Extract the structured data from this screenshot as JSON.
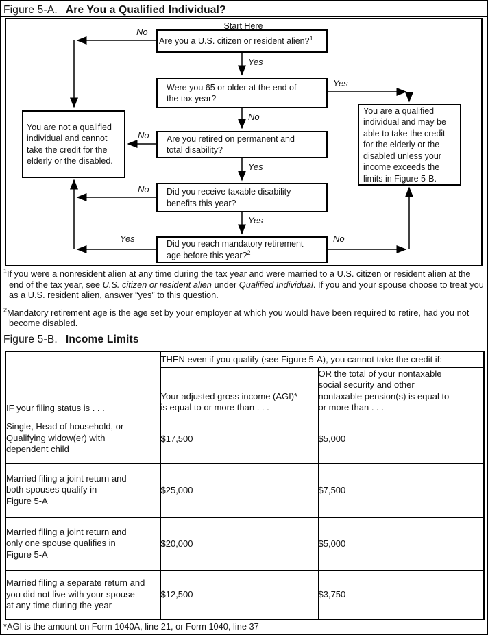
{
  "figure_a": {
    "label": "Figure 5-A.",
    "title": "Are You a Qualified Individual?",
    "start_here": "Start Here",
    "boxes": {
      "q1": [
        {
          "t": "Are you a U.S. citizen or resident alien?"
        },
        {
          "t": "1",
          "s": true
        }
      ],
      "q2": "Were you 65 or older at the end of\nthe tax year?",
      "q3": "Are you retired on permanent and\ntotal disability?",
      "q4": "Did you receive taxable disability\nbenefits this year?",
      "q5": [
        {
          "t": "Did you reach mandatory retirement\nage before this year?"
        },
        {
          "t": "2",
          "s": true
        }
      ],
      "not_qualified": "You are not a qualified\nindividual and cannot\ntake the credit for the\nelderly or the disabled.",
      "qualified": "You are a qualified\nindividual and may be\nable to take the credit\nfor the elderly or the\ndisabled unless your\nincome exceeds the\nlimits in Figure 5-B."
    },
    "edges": {
      "q1_no": "No",
      "q1_yes": "Yes",
      "q2_yes": "Yes",
      "q2_no": "No",
      "q3_no": "No",
      "q3_yes": "Yes",
      "q4_no": "No",
      "q4_yes": "Yes",
      "q5_yes": "Yes",
      "q5_no": "No"
    }
  },
  "footnotes": {
    "fn1": [
      {
        "t": "1",
        "s": true
      },
      {
        "t": "If you were a nonresident alien at any time during the tax year and were married to a U.S. citizen or resident alien at the end of the tax year, see "
      },
      {
        "t": "U.S. citizen or resident alien",
        "i": true
      },
      {
        "t": " under "
      },
      {
        "t": "Qualified Individual",
        "i": true
      },
      {
        "t": ". If you and your spouse choose to treat you as a U.S. resident alien, answer “yes” to this question."
      }
    ],
    "fn2": [
      {
        "t": "2",
        "s": true
      },
      {
        "t": "Mandatory retirement age is the age set by your employer at which you would have been required to retire, had you not become disabled."
      }
    ]
  },
  "figure_b": {
    "label": "Figure 5-B.",
    "title": "Income Limits",
    "table": {
      "col1_header": "IF your filing status is . . .",
      "then_header": "THEN even if you qualify (see Figure 5-A), you cannot take the credit if:",
      "col2_header": "Your adjusted gross income (AGI)*\nis equal to or more than . . .",
      "col3_header": "OR the total of your nontaxable\nsocial security and other\nnontaxable pension(s) is equal to\nor more than . . .",
      "rows": [
        {
          "status": "Single, Head of household, or\nQualifying widow(er) with\ndependent child",
          "agi": "$17,500",
          "pension": "$5,000"
        },
        {
          "status": "Married filing a joint return and\nboth spouses qualify in\nFigure 5-A",
          "agi": "$25,000",
          "pension": "$7,500"
        },
        {
          "status": "Married filing a joint return and\nonly one spouse qualifies in\nFigure 5-A",
          "agi": "$20,000",
          "pension": "$5,000"
        },
        {
          "status": "Married filing a separate return and\nyou did not live with your spouse\nat any time during the year",
          "agi": "$12,500",
          "pension": "$3,750"
        }
      ],
      "agi_footnote": "*AGI is the amount on Form 1040A, line 21, or Form 1040, line 37"
    }
  }
}
